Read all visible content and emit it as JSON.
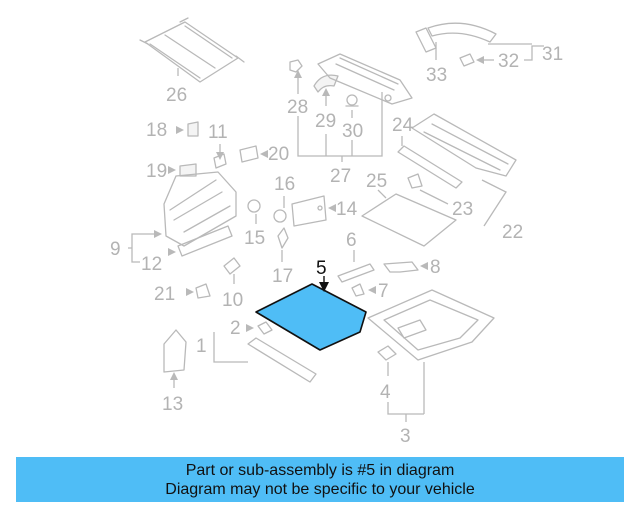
{
  "callouts": {
    "c1": "1",
    "c2": "2",
    "c3": "3",
    "c4": "4",
    "c5": "5",
    "c6": "6",
    "c7": "7",
    "c8": "8",
    "c9": "9",
    "c10": "10",
    "c11": "11",
    "c12": "12",
    "c13": "13",
    "c14": "14",
    "c15": "15",
    "c16": "16",
    "c17": "17",
    "c18": "18",
    "c19": "19",
    "c20": "20",
    "c21": "21",
    "c22": "22",
    "c23": "23",
    "c24": "24",
    "c25": "25",
    "c26": "26",
    "c27": "27",
    "c28": "28",
    "c29": "29",
    "c30": "30",
    "c31": "31",
    "c32": "32",
    "c33": "33"
  },
  "highlight": {
    "part_number": "5",
    "color": "#4fbdf6"
  },
  "banner": {
    "line1": "Part or sub-assembly is #5 in diagram",
    "line2": "Diagram may not be specific to your vehicle",
    "color": "#4fbdf6"
  }
}
